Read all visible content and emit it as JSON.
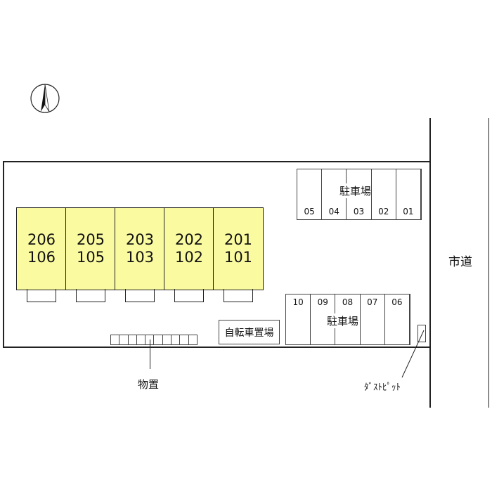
{
  "units": [
    {
      "upper": "206",
      "lower": "106"
    },
    {
      "upper": "205",
      "lower": "105"
    },
    {
      "upper": "203",
      "lower": "103"
    },
    {
      "upper": "202",
      "lower": "102"
    },
    {
      "upper": "201",
      "lower": "101"
    }
  ],
  "parking_north": {
    "label": "駐車場",
    "spaces": [
      "05",
      "04",
      "03",
      "02",
      "01"
    ]
  },
  "parking_south": {
    "label": "駐車場",
    "spaces": [
      "10",
      "09",
      "08",
      "07",
      "06"
    ]
  },
  "bicycle_parking": "自転車置場",
  "storage": "物置",
  "dust_pit": "ﾀﾞｽﾄﾋﾟｯﾄ",
  "road": "市道",
  "colors": {
    "unit_fill": "#fafaa0"
  }
}
